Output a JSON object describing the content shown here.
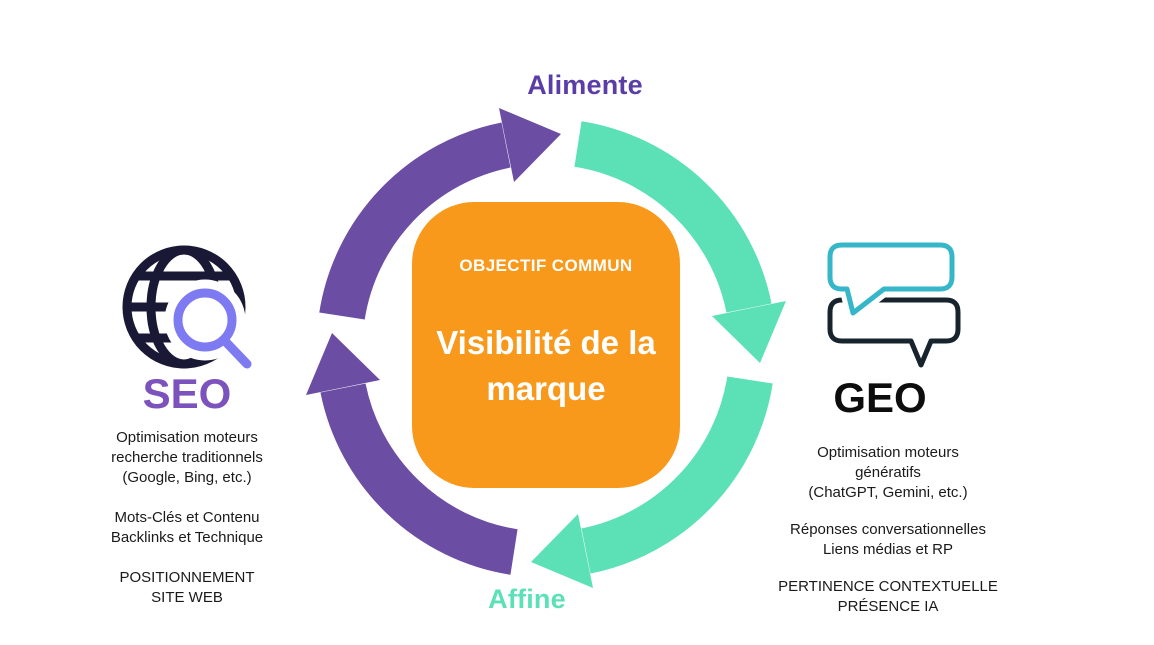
{
  "colors": {
    "purple": "#6b4da3",
    "mint": "#5ce0b6",
    "label_purple": "#5a3da6",
    "seo_purple": "#7c52bd",
    "orange": "#f8991c",
    "navy": "#191935",
    "periwinkle": "#7d7af2",
    "bubble_teal": "#35b6c9",
    "bubble_ink": "#17242e",
    "geo_ink": "#0d0d0d"
  },
  "cycle": {
    "top_arrow_label": "Alimente",
    "bottom_arrow_label": "Affine"
  },
  "center_box": {
    "kicker": "OBJECTIF COMMUN",
    "title_lines": [
      "Visibilité de",
      "la marque"
    ]
  },
  "seo": {
    "icon": "globe-magnifier-icon",
    "label": "SEO",
    "groups": [
      [
        "Optimisation moteurs",
        "recherche traditionnels",
        "(Google, Bing, etc.)"
      ],
      [
        "Mots-Clés et Contenu",
        "Backlinks et Technique"
      ],
      [
        "POSITIONNEMENT",
        "SITE WEB"
      ]
    ]
  },
  "geo": {
    "icon": "chat-bubbles-icon",
    "label": "GEO",
    "groups": [
      [
        "Optimisation moteurs",
        "génératifs",
        "(ChatGPT, Gemini, etc.)"
      ],
      [
        "Réponses conversationnelles",
        "Liens médias et RP"
      ],
      [
        "PERTINENCE CONTEXTUELLE",
        "PRÉSENCE IA"
      ]
    ]
  }
}
